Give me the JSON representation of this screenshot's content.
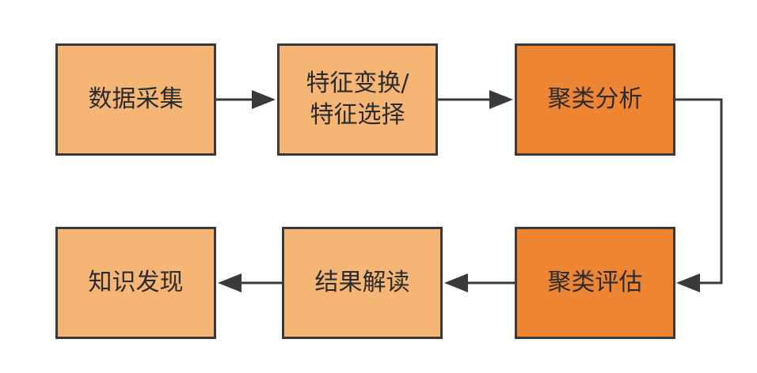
{
  "nodes": {
    "data_collection": "数据采集",
    "feature": "特征变换/\n特征选择",
    "cluster_analysis": "聚类分析",
    "cluster_evaluation": "聚类评估",
    "result_interpretation": "结果解读",
    "knowledge_discovery": "知识发现"
  },
  "colors": {
    "light_fill": "#f4b575",
    "dark_fill": "#ee8533",
    "border": "#3a3a3a",
    "arrow": "#3a3a3a"
  }
}
